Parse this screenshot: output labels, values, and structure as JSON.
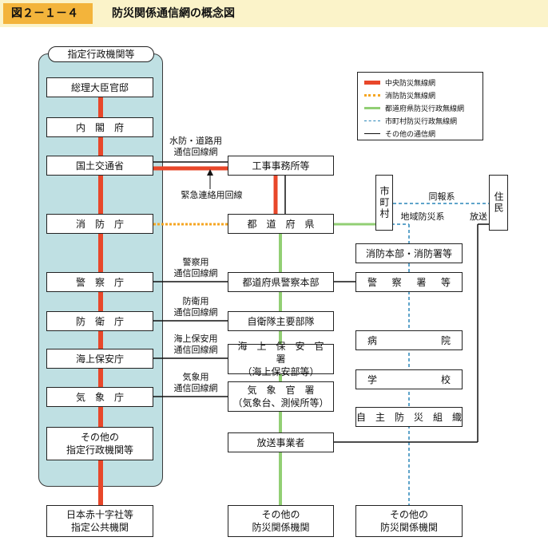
{
  "header": {
    "figure_number": "図２－１－４",
    "title": "防災関係通信網の概念図"
  },
  "colors": {
    "central": "#e8472a",
    "fire": "#f5a623",
    "prefectural": "#92cf74",
    "municipal": "#2a86b8",
    "other": "#111111",
    "panel": "#bfe0e3",
    "header_bg": "#fbf3c9",
    "header_num_bg": "#f3b43b"
  },
  "panel": {
    "title": "指定行政機関等",
    "agencies": [
      "総理大臣官邸",
      "内　閣　府",
      "国土交通省",
      "消　防　庁",
      "警　察　庁",
      "防　衛　庁",
      "海上保安庁",
      "気　象　庁",
      "その他の\n指定行政機関等"
    ]
  },
  "middle": {
    "koji": "工事事務所等",
    "todofuken": "都　道　府　県",
    "police_hq": "都道府県警察本部",
    "sdf": "自衛隊主要部隊",
    "coast_guard": "海　上　保　安　官　署\n（海上保安部等）",
    "met": "気　象　官　署\n（気象台、測候所等）",
    "broadcaster": "放送事業者"
  },
  "right": {
    "city": "市町村",
    "residents": "住民",
    "fire_dept": "消防本部・消防署等",
    "police": [
      "警",
      "察",
      "署",
      "等"
    ],
    "hospital": [
      "病",
      "院"
    ],
    "school": [
      "学",
      "校"
    ],
    "volunteer": "自　主　防　災　組　織"
  },
  "bottom": {
    "red_cross": "日本赤十字社等\n指定公共機関",
    "other_mid": "その他の\n防災関係機関",
    "other_right": "その他の\n防災関係機関"
  },
  "labels": {
    "suibo": "水防・道路用\n通信回線網",
    "kinkyu": "緊急連絡用回線",
    "keisatsu": "警察用\n通信回線網",
    "boei": "防衛用\n通信回線網",
    "kaijo": "海上保安用\n通信回線網",
    "kisho": "気象用\n通信回線網",
    "doho": "同報系",
    "chiiki": "地域防災系",
    "hoso": "放送"
  },
  "legend": [
    {
      "label": "中央防災無線網",
      "color": "#e8472a",
      "style": "thick"
    },
    {
      "label": "消防防災無線網",
      "color": "#f5a623",
      "style": "dotted"
    },
    {
      "label": "都道府県防災行政無線網",
      "color": "#92cf74",
      "style": "thick"
    },
    {
      "label": "市町村防災行政無線網",
      "color": "#2a86b8",
      "style": "dashed"
    },
    {
      "label": "その他の通信網",
      "color": "#111111",
      "style": "solid"
    }
  ]
}
